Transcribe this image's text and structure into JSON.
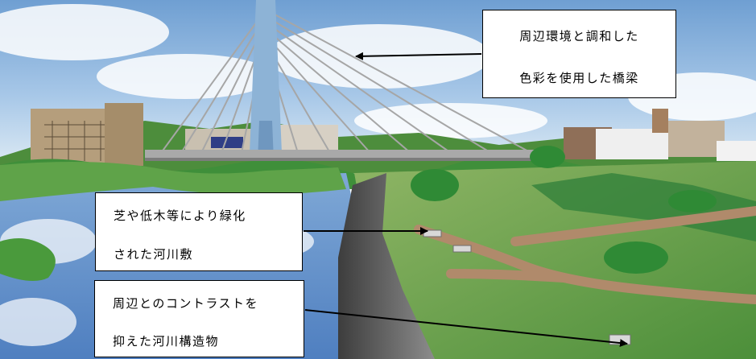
{
  "callouts": {
    "bridge": {
      "line1": "周辺環境と調和した",
      "line2": "色彩を使用した橋梁"
    },
    "riverbed": {
      "line1": "芝や低木等により緑化",
      "line2": "された河川敷"
    },
    "structure": {
      "line1": "周辺とのコントラストを",
      "line2": "抑えた河川構造物"
    }
  }
}
